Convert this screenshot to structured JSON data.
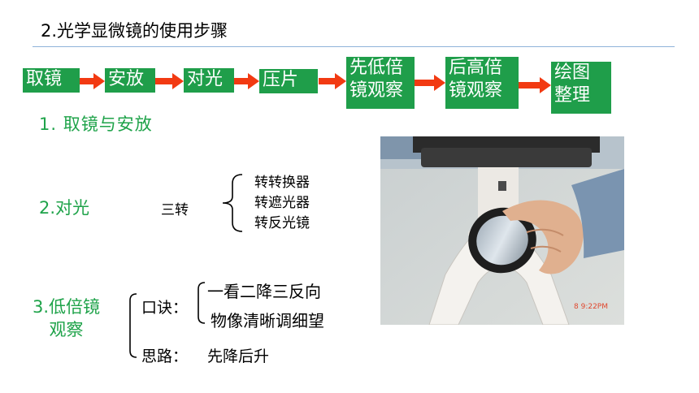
{
  "title": "2.光学显微镜的使用步骤",
  "flow": [
    {
      "text": "取镜"
    },
    {
      "text": "安放"
    },
    {
      "text": "对光"
    },
    {
      "text": "压片"
    },
    {
      "line1": "先低倍",
      "line2": "镜观察"
    },
    {
      "line1": "后高倍",
      "line2": "镜观察"
    },
    {
      "line1": "绘图",
      "line2": "整理"
    }
  ],
  "step1": "1. 取镜与安放",
  "step2": {
    "label": "2.对光",
    "center": "三转",
    "items": [
      "转转换器",
      "转遮光器",
      "转反光镜"
    ]
  },
  "step3": {
    "label_line1": "3.低倍镜",
    "label_line2": "观察",
    "rhyme_label": "口诀：",
    "rhyme_items": [
      "一看二降三反向",
      "物像清晰调细望"
    ],
    "idea_label": "思路：",
    "idea_value": "先降后升"
  },
  "photo": {
    "timestamp": "8  9:22PM",
    "colors": {
      "background": "#d3d6d3",
      "stand": "#f2f0ec",
      "accent": "#e0472e"
    }
  },
  "colors": {
    "flow_box": "#1f9e4a",
    "arrow": "#f23a12",
    "green_text": "#1fa34a",
    "rule": "#8fb3d9"
  }
}
